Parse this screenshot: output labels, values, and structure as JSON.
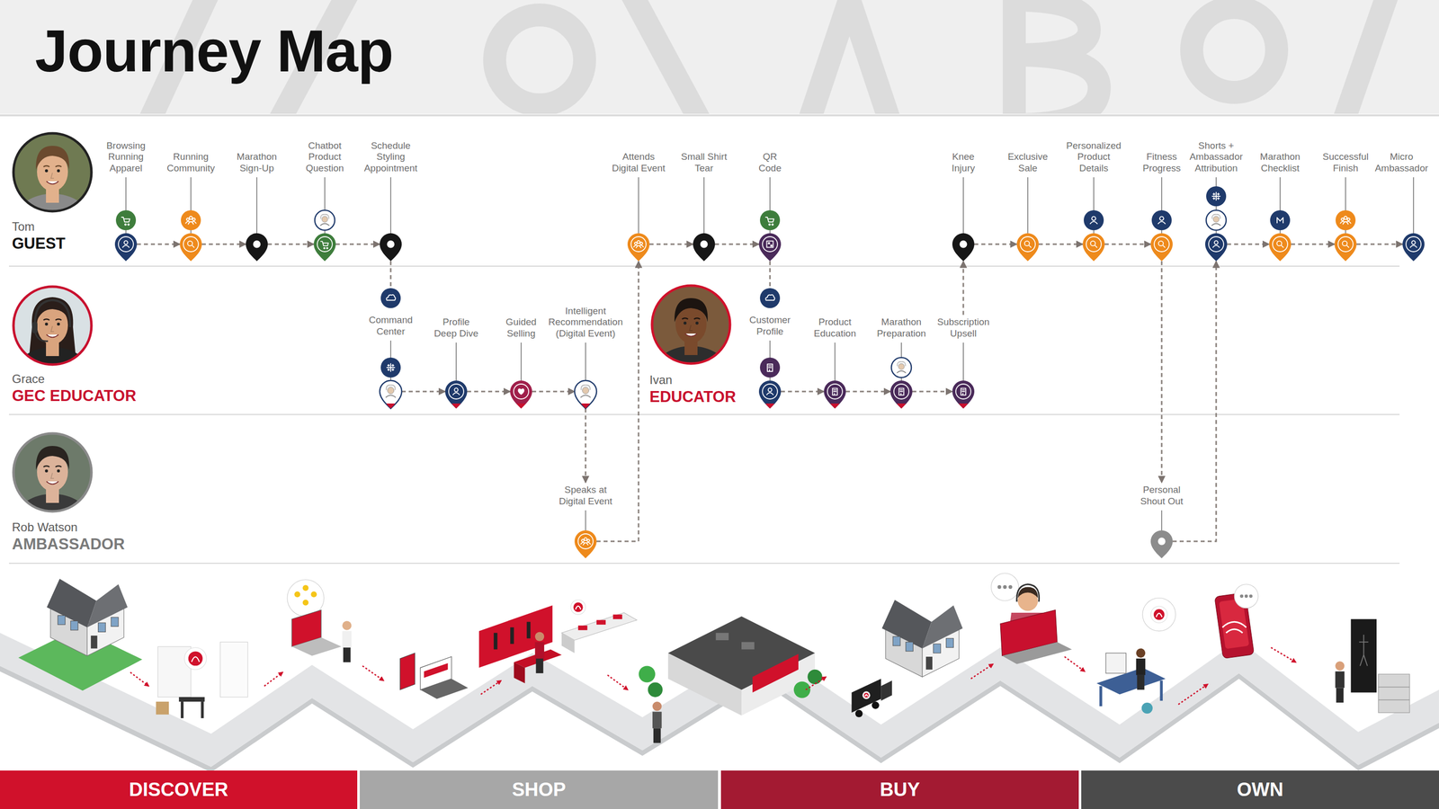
{
  "diagram": {
    "title": "Journey Map",
    "nodes": [
      {
        "text": [
          "Tom",
          "GUEST"
        ]
      },
      {
        "text": [
          "Browsing Running Apparel"
        ]
      },
      {
        "text": [
          "Running Community"
        ]
      },
      {
        "text": [
          "Marathon Sign-Up"
        ]
      },
      {
        "text": [
          "Chatbot Product Question"
        ]
      },
      {
        "text": [
          "Schedule Styling Appointment"
        ]
      },
      {
        "text": [
          "Attends Digital Event"
        ]
      },
      {
        "text": [
          "Small Shirt Tear"
        ]
      },
      {
        "text": [
          "QR Code"
        ]
      },
      {
        "text": [
          "Knee Injury"
        ]
      },
      {
        "text": [
          "Exclusive Sale"
        ]
      },
      {
        "text": [
          "Personalized Product Details"
        ]
      },
      {
        "text": [
          "Fitness Progress"
        ]
      },
      {
        "text": [
          "Shorts + Ambassador Attribution"
        ]
      },
      {
        "text": [
          "Marathon Checklist"
        ]
      },
      {
        "text": [
          "Successful Finish"
        ]
      },
      {
        "text": [
          "Micro Ambassador"
        ]
      },
      {
        "text": [
          "Grace",
          "GEC EDUCATOR"
        ]
      },
      {
        "text": [
          "Command Center"
        ]
      },
      {
        "text": [
          "Profile Deep Dive"
        ]
      },
      {
        "text": [
          "Guided Selling"
        ]
      },
      {
        "text": [
          "Intelligent Recommendation (Digital Event)"
        ]
      },
      {
        "text": [
          "Ivan",
          "EDUCATOR"
        ]
      },
      {
        "text": [
          "Customer Profile"
        ]
      },
      {
        "text": [
          "Product Education"
        ]
      },
      {
        "text": [
          "Marathon Preparation"
        ]
      },
      {
        "text": [
          "Subscription Upsell"
        ]
      },
      {
        "text": [
          "Rob Watson",
          "AMBASSADOR"
        ]
      },
      {
        "text": [
          "Speaks at Digital Event"
        ]
      },
      {
        "text": [
          "Personal Shout Out"
        ]
      },
      {
        "text": [
          "DISCOVER"
        ]
      },
      {
        "text": [
          "SHOP"
        ]
      },
      {
        "text": [
          "BUY"
        ]
      },
      {
        "text": [
          "OWN"
        ]
      }
    ],
    "edges": [
      {
        "from": 1,
        "to": 2,
        "arrow": "to"
      },
      {
        "from": 2,
        "to": 3,
        "arrow": "to"
      },
      {
        "from": 3,
        "to": 4,
        "arrow": "to"
      },
      {
        "from": 4,
        "to": 5,
        "arrow": "to"
      },
      {
        "from": 5,
        "to": 18,
        "arrow": "none"
      },
      {
        "from": 18,
        "to": 19,
        "arrow": "to"
      },
      {
        "from": 19,
        "to": 20,
        "arrow": "to"
      },
      {
        "from": 20,
        "to": 21,
        "arrow": "to"
      },
      {
        "from": 21,
        "to": 28,
        "arrow": "to"
      },
      {
        "from": 28,
        "to": 6,
        "arrow": "to"
      },
      {
        "from": 6,
        "to": 7,
        "arrow": "to"
      },
      {
        "from": 7,
        "to": 8,
        "arrow": "to"
      },
      {
        "from": 8,
        "to": 23,
        "arrow": "none"
      },
      {
        "from": 23,
        "to": 24,
        "arrow": "to"
      },
      {
        "from": 24,
        "to": 25,
        "arrow": "to"
      },
      {
        "from": 25,
        "to": 26,
        "arrow": "to"
      },
      {
        "from": 26,
        "to": 9,
        "arrow": "to"
      },
      {
        "from": 9,
        "to": 10,
        "arrow": "to"
      },
      {
        "from": 10,
        "to": 11,
        "arrow": "to"
      },
      {
        "from": 11,
        "to": 12,
        "arrow": "to"
      },
      {
        "from": 12,
        "to": 29,
        "arrow": "to"
      },
      {
        "from": 29,
        "to": 13,
        "arrow": "to"
      },
      {
        "from": 13,
        "to": 14,
        "arrow": "to"
      },
      {
        "from": 14,
        "to": 15,
        "arrow": "to"
      },
      {
        "from": 15,
        "to": 16,
        "arrow": "to"
      }
    ]
  }
}
